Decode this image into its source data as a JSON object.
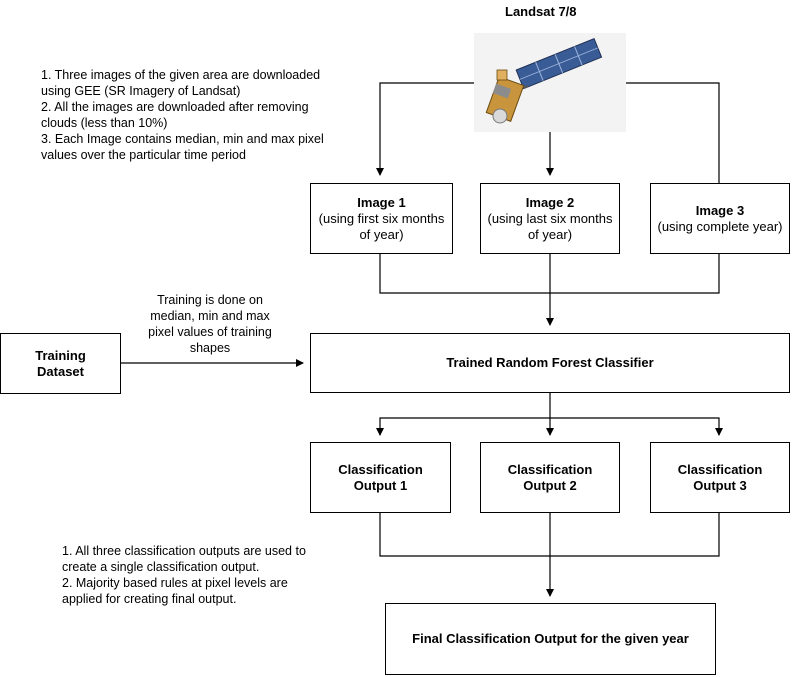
{
  "source": {
    "title": "Landsat 7/8",
    "image_icon": "satellite-icon"
  },
  "notes": {
    "download": [
      "1. Three images of the given area are downloaded",
      "using GEE (SR Imagery of Landsat)",
      "2. All the images are downloaded after removing",
      "clouds (less than 10%)",
      "3. Each Image contains median, min and max pixel",
      "values over the particular time period"
    ],
    "training": [
      "Training is done on",
      "median, min and max",
      "pixel values of training",
      "shapes"
    ],
    "combination": [
      "1. All three classification outputs are used to",
      "create a single classification output.",
      "2. Majority based rules at pixel levels are",
      "applied for creating final output."
    ]
  },
  "images": [
    {
      "title": "Image 1",
      "desc": [
        "(using first six months",
        "of year)"
      ]
    },
    {
      "title": "Image 2",
      "desc": [
        "(using last six months",
        "of year)"
      ]
    },
    {
      "title": "Image 3",
      "desc": [
        "(using complete year)"
      ]
    }
  ],
  "training_dataset": [
    "Training",
    "Dataset"
  ],
  "classifier": "Trained Random Forest Classifier",
  "outputs": [
    [
      "Classification",
      "Output 1"
    ],
    [
      "Classification",
      "Output 2"
    ],
    [
      "Classification",
      "Output 3"
    ]
  ],
  "final_output": "Final Classification Output for the given year"
}
